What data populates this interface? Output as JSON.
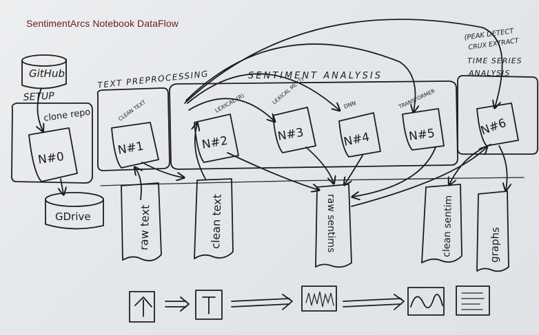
{
  "title": "SentimentArcs Notebook DataFlow",
  "top_nodes": {
    "github": "GitHub",
    "gdrive": "GDrive"
  },
  "sections": {
    "setup": "SETUP",
    "text_preprocessing": "TEXT PREPROCESSING",
    "sentiment_analysis": "SENTIMENT ANALYSIS",
    "peak_detect": "(PEAK DETECT",
    "crux_extract": "CRUX EXTRACT",
    "time_series": "TIME SERIES",
    "analysis": "ANALYSIS"
  },
  "notebooks": [
    {
      "id": "N#0",
      "annotation": "clone repo"
    },
    {
      "id": "N#1",
      "annotation": "CLEAN TEXT"
    },
    {
      "id": "N#2",
      "annotation": "LEXICAL (R)"
    },
    {
      "id": "N#3",
      "annotation": "LEXICAL ML (?)"
    },
    {
      "id": "N#4",
      "annotation": "DNN"
    },
    {
      "id": "N#5",
      "annotation": "TRANSFORMER"
    },
    {
      "id": "N#6",
      "annotation": ""
    }
  ],
  "outputs": {
    "raw_text": "raw text",
    "clean_text": "clean text",
    "raw_sentiments": "raw sentims",
    "clean_sentiments": "clean sentim",
    "graphs": "graphs"
  },
  "icons": {
    "row": [
      "raw-text-icon",
      "clean-text-icon",
      "raw-sentiment-icon",
      "smoothed-arc-icon",
      "report-icon"
    ]
  },
  "colors": {
    "title": "#6a1a1e",
    "ink": "#1c1c1c",
    "paper": "#e6e9ec"
  }
}
